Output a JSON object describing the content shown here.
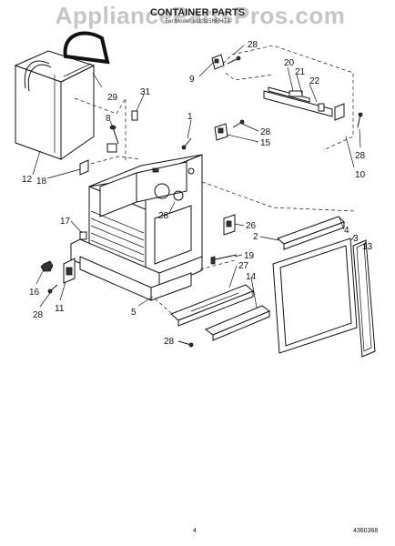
{
  "header": {
    "watermark": "AppliancePartsPros.com",
    "title": "CONTAINER PARTS",
    "subtitle": "For Model: KUIS15NRHT4"
  },
  "footer": {
    "page_number": "4",
    "document_number": "4360368"
  },
  "callouts": [
    "28",
    "29",
    "9",
    "20",
    "21",
    "22",
    "31",
    "1",
    "8",
    "28",
    "15",
    "12",
    "18",
    "28",
    "10",
    "4",
    "3",
    "13",
    "17",
    "26",
    "2",
    "28",
    "19",
    "27",
    "14",
    "16",
    "28",
    "11",
    "5",
    "28"
  ]
}
